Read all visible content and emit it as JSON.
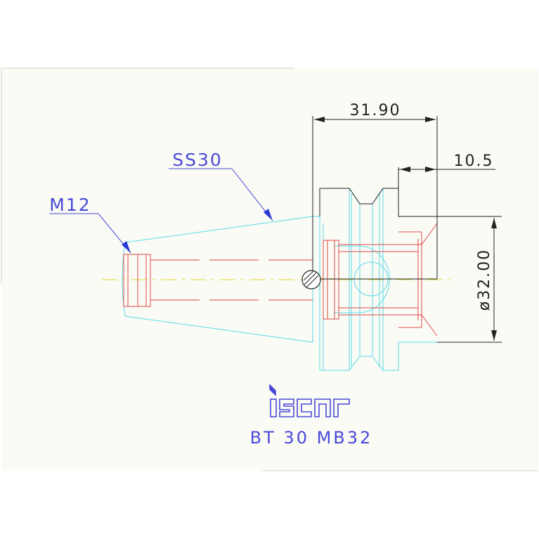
{
  "dimensions": {
    "length": "31.90",
    "flange": "10.5",
    "diameter": "ø32.00"
  },
  "callouts": {
    "taper": "SS30",
    "thread": "M12"
  },
  "logo": {
    "brand": "iscar"
  },
  "model": "BT 30 MB32",
  "colors": {
    "background": "#fafbf5",
    "outline": "#5ad8e6",
    "hidden": "#e04848",
    "centerline": "#e6e05a",
    "dimension": "#222222",
    "annotation": "#4a4ad8",
    "leader": "#2a3ad8"
  }
}
